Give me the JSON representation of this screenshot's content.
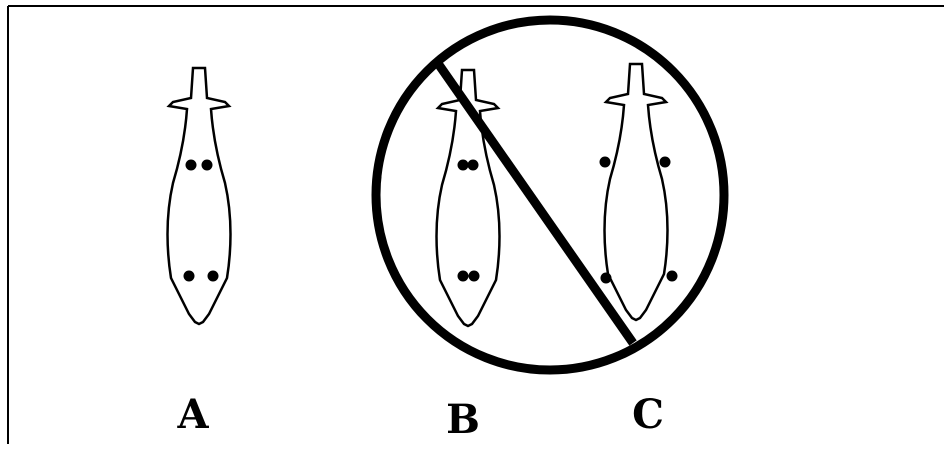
{
  "figures": [
    {
      "id": "A",
      "label": "A",
      "dots": "center",
      "prohibited": false
    },
    {
      "id": "B",
      "label": "B",
      "dots": "center",
      "prohibited": true
    },
    {
      "id": "C",
      "label": "C",
      "dots": "edges",
      "prohibited": true
    }
  ],
  "prohibition_sign": {
    "covers": [
      "B",
      "C"
    ]
  },
  "colors": {
    "ink": "#000000",
    "paper": "#ffffff"
  }
}
